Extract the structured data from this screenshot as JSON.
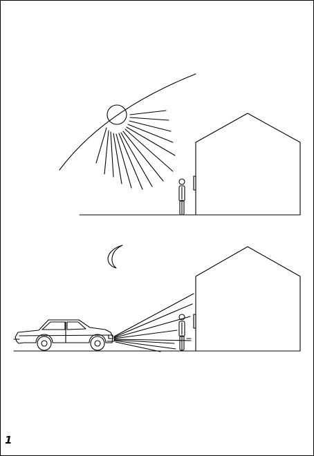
{
  "figure_number": "1",
  "colors": {
    "line": "#000000",
    "background": "#ffffff"
  },
  "scenes": {
    "day": {
      "icons": [
        "sun-icon",
        "house",
        "person",
        "ground-line"
      ]
    },
    "night": {
      "icons": [
        "moon-icon",
        "car-icon",
        "headlight-beams",
        "house",
        "person",
        "ground-line"
      ]
    }
  }
}
